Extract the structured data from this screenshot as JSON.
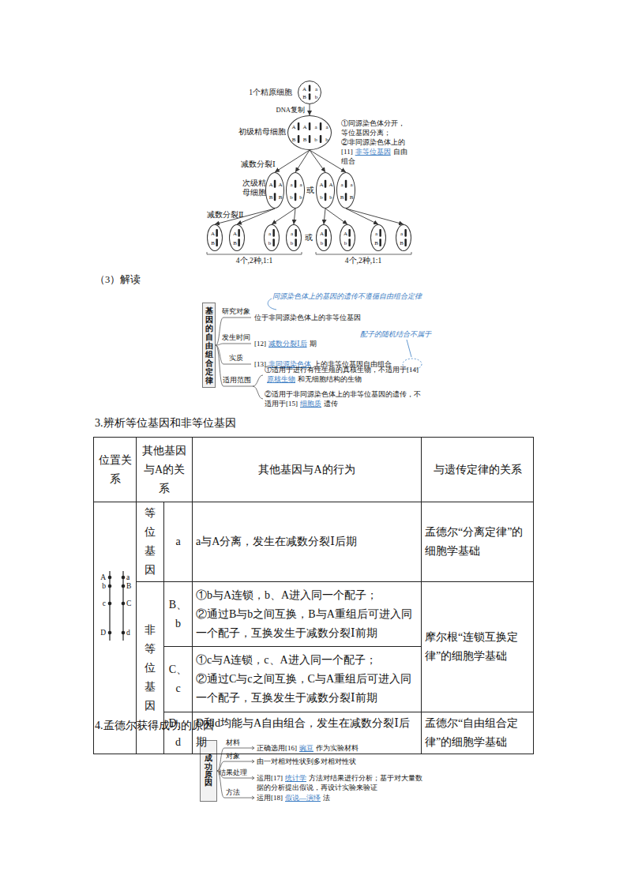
{
  "diagram": {
    "nodes": [
      {
        "text": [
          "A",
          "a",
          "B",
          "b"
        ]
      },
      {
        "text": [
          "A",
          "A",
          "a",
          "a",
          "B",
          "B",
          "b",
          "b"
        ]
      },
      {
        "text": [
          "A",
          "A",
          "B",
          "B"
        ]
      },
      {
        "text": [
          "a",
          "a",
          "b",
          "b"
        ]
      },
      {
        "text": [
          "A",
          "A",
          "b",
          "b"
        ]
      },
      {
        "text": [
          "a",
          "a",
          "B",
          "B"
        ]
      },
      {
        "text": [
          "A",
          "B"
        ]
      },
      {
        "text": [
          "A",
          "B"
        ]
      },
      {
        "text": [
          "a",
          "b"
        ]
      },
      {
        "text": [
          "a",
          "b"
        ]
      },
      {
        "text": [
          "A",
          "b"
        ]
      },
      {
        "text": [
          "A",
          "b"
        ]
      },
      {
        "text": [
          "a",
          "B"
        ]
      },
      {
        "text": [
          "a",
          "B"
        ]
      },
      {
        "text": [
          "基因的自由组合定律"
        ]
      },
      {
        "text": [
          "成功原因"
        ]
      }
    ],
    "edges": [
      {
        "from": 0,
        "to": 1,
        "arrow": "to",
        "label": "DNA复制"
      },
      {
        "from": 1,
        "to": 2,
        "arrow": "to"
      },
      {
        "from": 1,
        "to": 3,
        "arrow": "to"
      },
      {
        "from": 1,
        "to": 4,
        "arrow": "to"
      },
      {
        "from": 1,
        "to": 5,
        "arrow": "to"
      },
      {
        "from": 2,
        "to": 6,
        "arrow": "to"
      },
      {
        "from": 2,
        "to": 7,
        "arrow": "to"
      },
      {
        "from": 3,
        "to": 8,
        "arrow": "to"
      },
      {
        "from": 3,
        "to": 9,
        "arrow": "to"
      },
      {
        "from": 4,
        "to": 10,
        "arrow": "to"
      },
      {
        "from": 4,
        "to": 11,
        "arrow": "to"
      },
      {
        "from": 5,
        "to": 12,
        "arrow": "to"
      },
      {
        "from": 5,
        "to": 13,
        "arrow": "to"
      }
    ],
    "labels": [
      "1个精原细胞",
      "初级精母细胞",
      "①同源染色体分开，等位基因分离；",
      "②非同源染色体上的",
      "[11]",
      "非等位基因",
      "自由组合",
      "减数分裂Ⅰ",
      "次级精母细胞",
      "或",
      "减数分裂Ⅱ",
      "或",
      "4个,2种,1:1",
      "4个,2种,1:1",
      "（3）解读",
      "同源染色体上的基因的遗传不遵循自由组合定律",
      "研究对象",
      "位于非同源染色体上的非等位基因",
      "发生时间",
      "[12]",
      "减数分裂Ⅰ后",
      "期",
      "配子的随机结合不属于",
      "实质",
      "[13]",
      "非同源染色体",
      "上的非等位基因自由组合",
      "适用范围",
      "①适用于进行有性生殖的真核生物，不适用于",
      "[14]",
      "原核生物",
      "和无细胞结构的生物",
      "②适用于非同源染色体上的非等位基因的遗传，不适用于",
      "[15]",
      "细胞质",
      "遗传",
      "3.辨析等位基因和非等位基因",
      "位置关系",
      "其他基因与A的关系",
      "其他基因与A的行为",
      "与遗传定律的关系",
      "等位基因",
      "a",
      "a与A分离，发生在减数分裂Ⅰ后期",
      "孟德尔“分离定律”的细胞学基础",
      "非等位基因",
      "B、b",
      "①b与A连锁，b、A进入同一个配子；",
      "②通过B与b之间互换，B与A重组后可进入同一个配子，互换发生于减数分裂Ⅰ前期",
      "摩尔根“连锁互换定律”的细胞学基础",
      "C、c",
      "①c与A连锁，c、A进入同一个配子；",
      "②通过C与c之间互换，C与A重组后可进入同一个配子，互换发生于减数分裂Ⅰ前期",
      "D、d",
      "D和d均能与A自由组合，发生在减数分裂Ⅰ后期",
      "孟德尔“自由组合定律”的细胞学基础",
      "A",
      "b",
      "c",
      "D",
      "a",
      "B",
      "C",
      "d",
      "4.孟德尔获得成功的原因",
      "材料",
      "正确选用",
      "[16]",
      "豌豆",
      "作为实验材料",
      "对象",
      "由一对相对性状到多对相对性状",
      "结果处理",
      "运用",
      "[17]",
      "统计学",
      "方法对结果进行分析；基于对大量数据的分析提出假说，再设计实验来验证",
      "方法",
      "运用",
      "[18]",
      "假说—演绎",
      "法"
    ]
  }
}
